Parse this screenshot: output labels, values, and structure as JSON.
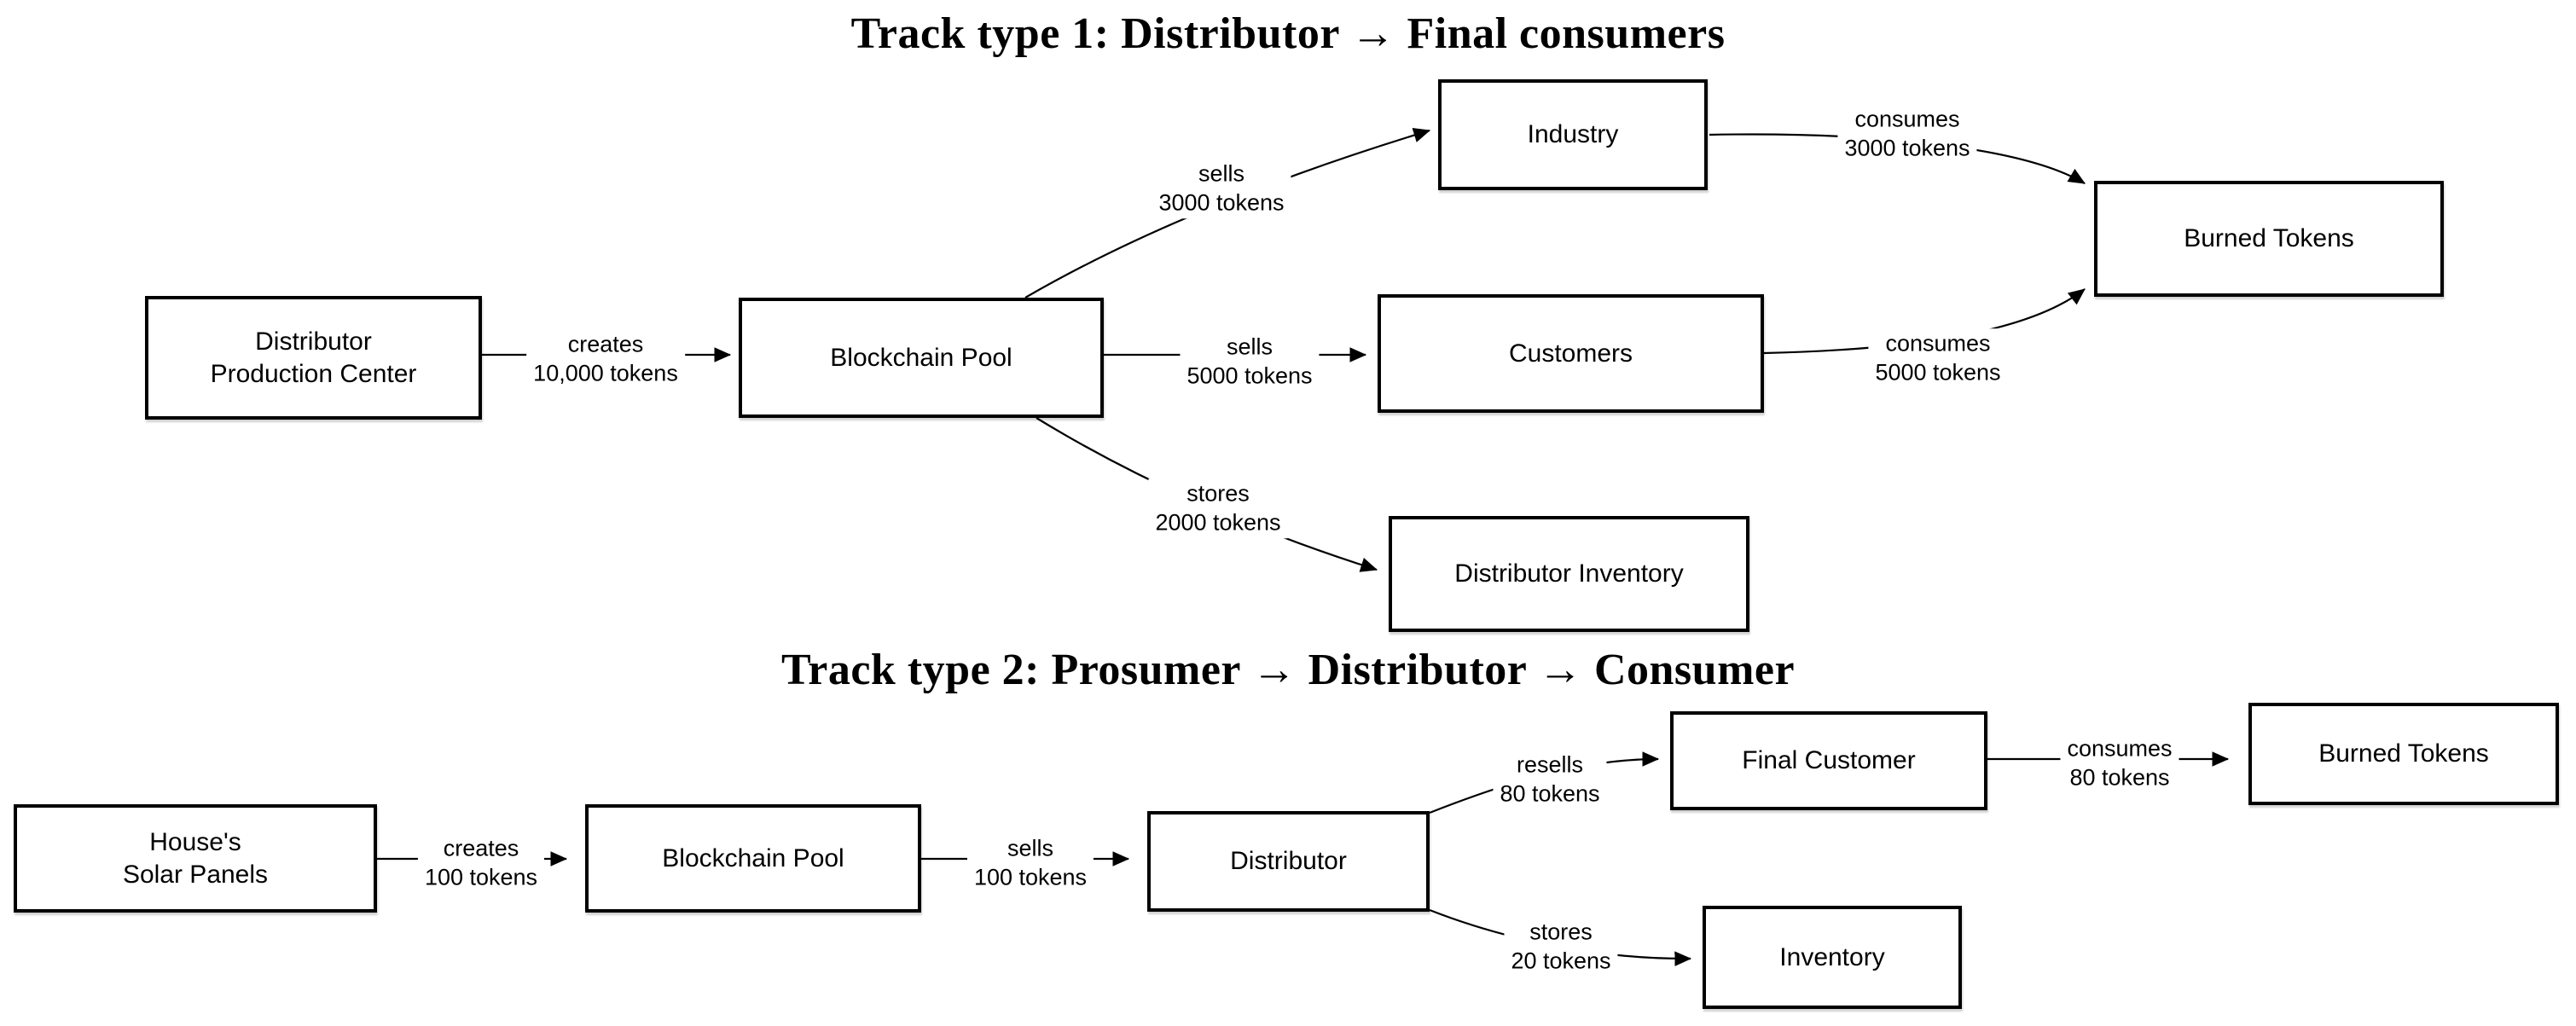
{
  "colors": {
    "background": "#ffffff",
    "line": "#000000",
    "box_border": "#000000",
    "box_fill": "#ffffff",
    "text": "#000000"
  },
  "track1": {
    "title": "Track type 1: Distributor → Final consumers",
    "nodes": {
      "producer": {
        "label": "Distributor\nProduction Center"
      },
      "pool": {
        "label": "Blockchain Pool"
      },
      "industry": {
        "label": "Industry"
      },
      "customers": {
        "label": "Customers"
      },
      "burned": {
        "label": "Burned Tokens"
      },
      "inventory": {
        "label": "Distributor Inventory"
      }
    },
    "edges": {
      "creates": {
        "action": "creates",
        "amount": "10,000 tokens"
      },
      "sells_industry": {
        "action": "sells",
        "amount": "3000 tokens"
      },
      "sells_customers": {
        "action": "sells",
        "amount": "5000 tokens"
      },
      "consumes_industry": {
        "action": "consumes",
        "amount": "3000 tokens"
      },
      "consumes_customers": {
        "action": "consumes",
        "amount": "5000 tokens"
      },
      "stores": {
        "action": "stores",
        "amount": "2000 tokens"
      }
    }
  },
  "track2": {
    "title": "Track type 2: Prosumer → Distributor → Consumer",
    "nodes": {
      "solar": {
        "label": "House's\nSolar Panels"
      },
      "pool": {
        "label": "Blockchain Pool"
      },
      "distributor": {
        "label": "Distributor"
      },
      "final_customer": {
        "label": "Final Customer"
      },
      "burned": {
        "label": "Burned Tokens"
      },
      "inventory": {
        "label": "Inventory"
      }
    },
    "edges": {
      "creates": {
        "action": "creates",
        "amount": "100 tokens"
      },
      "sells": {
        "action": "sells",
        "amount": "100 tokens"
      },
      "resells": {
        "action": "resells",
        "amount": "80 tokens"
      },
      "consumes": {
        "action": "consumes",
        "amount": "80 tokens"
      },
      "stores": {
        "action": "stores",
        "amount": "20 tokens"
      }
    }
  }
}
